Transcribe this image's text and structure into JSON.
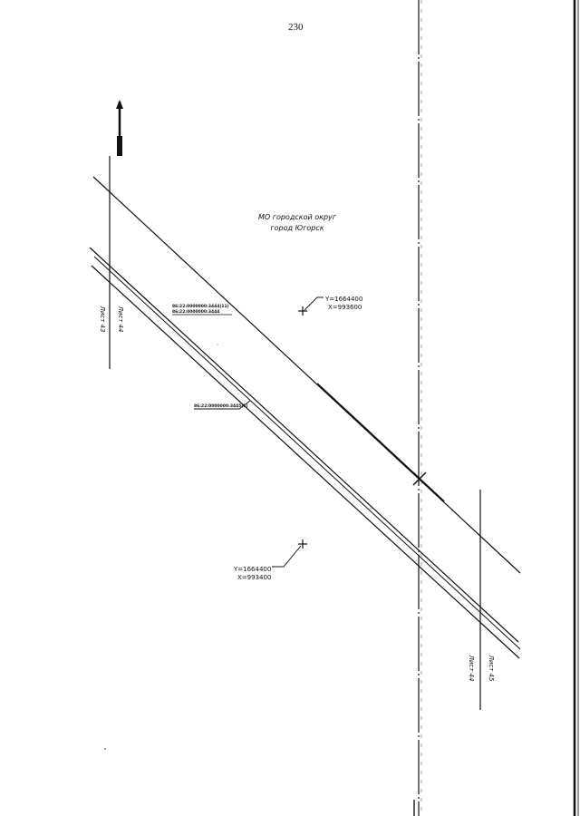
{
  "page": {
    "number": "230"
  },
  "map": {
    "area_label_line1": "МО городской округ",
    "area_label_line2": "город Югорск",
    "sheet_labels": {
      "top_left_right": "Лист 44",
      "top_left_left": "Лист 43",
      "bottom_right_left": "Лист 44",
      "bottom_right_right": "Лист 45"
    },
    "coordinates": {
      "top": {
        "y": "Y=1664400",
        "x": "X=993600"
      },
      "bottom": {
        "y": "Y=1664400",
        "x": "X=993400"
      }
    },
    "parcel_labels": {
      "upper_line1": "86:22:0000000:3444(11)",
      "upper_line2": "86:22:0000000:3444",
      "middle": "86:22:0000000:3445(1)"
    }
  }
}
